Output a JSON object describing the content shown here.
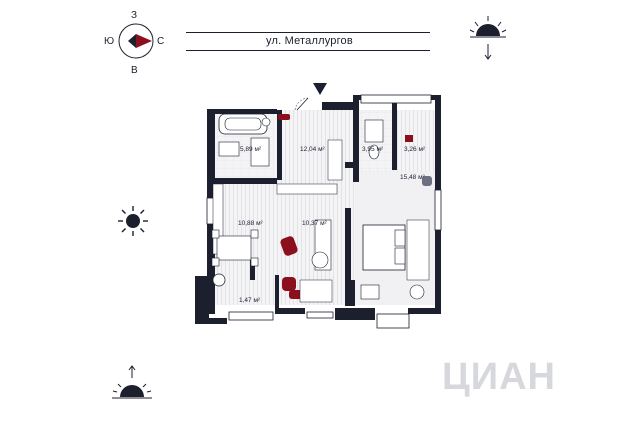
{
  "street": {
    "name": "ул. Металлургов"
  },
  "compass": {
    "north": "З",
    "south": "В",
    "west": "Ю",
    "east": "С"
  },
  "rooms": [
    {
      "id": "bathroom",
      "area": "5,89 м²"
    },
    {
      "id": "hallway",
      "area": "12,04 м²"
    },
    {
      "id": "wc",
      "area": "3,95 м²"
    },
    {
      "id": "wardrobe",
      "area": "3,26 м²"
    },
    {
      "id": "kitchen",
      "area": "10,88 м²"
    },
    {
      "id": "living",
      "area": "10,37 м²"
    },
    {
      "id": "bedroom",
      "area": "15,48 м²"
    },
    {
      "id": "balcony",
      "area": "1,47 м²"
    }
  ],
  "watermark": "ЦИАН",
  "colors": {
    "ink": "#1b1f2e",
    "accent": "#8c0f1e",
    "floor": "#f2f2f4",
    "wall": "#1b1f2e"
  }
}
